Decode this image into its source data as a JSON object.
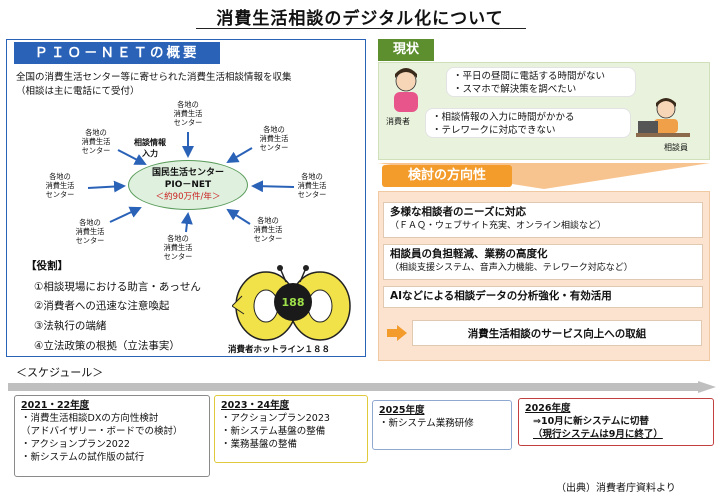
{
  "title": "消費生活相談のデジタル化について",
  "overview": {
    "header": "ＰＩＯ－ＮＥＴの概要",
    "intro_line1": "全国の消費生活センター等に寄せられた消費生活相談情報を収集",
    "intro_line2": "（相談は主に電話にて受付）",
    "center_label_line1": "各地の",
    "center_label_line2": "消費生活",
    "center_label_line3": "センター",
    "arrow_label_line1": "相談情報",
    "arrow_label_line2": "入力",
    "hub_line1": "国民生活センター",
    "hub_line2": "PIO－NET",
    "hub_line3": "＜約90万件/年＞",
    "roles_title": "【役割】",
    "roles": [
      "①相談現場における助言・あっせん",
      "②消費者への迅速な注意喚起",
      "③法執行の端緒",
      "④立法政策の根拠（立法事実）"
    ],
    "mascot_number": "188",
    "mascot_caption": "消費者ホットライン１８８"
  },
  "current": {
    "header": "現状",
    "consumer_bubble": [
      "・平日の昼間に電話する時間がない",
      "・スマホで解決策を調べたい"
    ],
    "operator_bubble": [
      "・相談情報の入力に時間がかかる",
      "・テレワークに対応できない"
    ],
    "consumer_label": "消費者",
    "operator_label": "相談員"
  },
  "direction": {
    "header": "検討の方向性",
    "items": [
      {
        "main": "多様な相談者のニーズに対応",
        "sub": "（ＦＡＱ・ウェブサイト充実、オンライン相談など）"
      },
      {
        "main": "相談員の負担軽減、業務の高度化",
        "sub": "（相談支援システム、音声入力機能、テレワーク対応など）"
      },
      {
        "main": "AIなどによる相談データの分析強化・有効活用",
        "sub": ""
      }
    ],
    "final": "消費生活相談のサービス向上への取組"
  },
  "schedule": {
    "title": "＜スケジュール＞",
    "phase1": {
      "year": "2021・22年度",
      "lines": [
        "・消費生活相談DXの方向性検討",
        "（アドバイザリー・ボードでの検討）",
        "・アクションプラン2022",
        "・新システムの試作版の試行"
      ]
    },
    "phase2": {
      "year": "2023・24年度",
      "lines": [
        "・アクションプラン2023",
        "・新システム基盤の整備",
        "・業務基盤の整備"
      ]
    },
    "phase3": {
      "year": "2025年度",
      "lines": [
        "・新システム業務研修"
      ]
    },
    "phase4": {
      "year": "2026年度",
      "line1": "⇒10月に新システムに切替",
      "line2": "（現行システムは9月に終了）"
    }
  },
  "source": "（出典）消費者庁資料より",
  "colors": {
    "blue": "#2a62b8",
    "green": "#5e8f2f",
    "orange": "#f39b2b",
    "red": "#c24040"
  }
}
